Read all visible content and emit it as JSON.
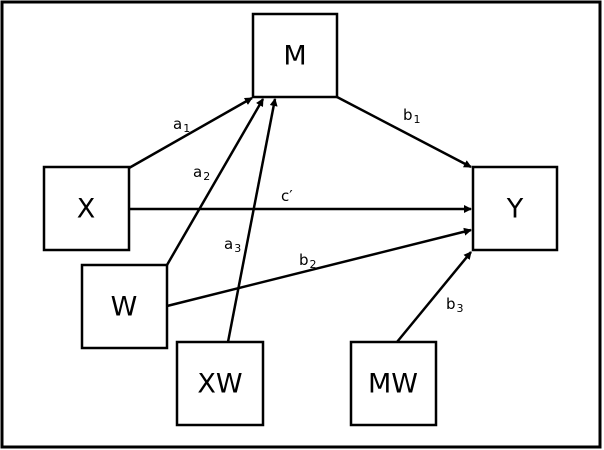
{
  "nodes": {
    "M": "M",
    "X": "X",
    "Y": "Y",
    "W": "W",
    "XW": "XW",
    "MW": "MW"
  },
  "paths": {
    "a1": {
      "base": "a",
      "sub": "1"
    },
    "a2": {
      "base": "a",
      "sub": "2"
    },
    "a3": {
      "base": "a",
      "sub": "3"
    },
    "b1": {
      "base": "b",
      "sub": "1"
    },
    "b2": {
      "base": "b",
      "sub": "2"
    },
    "b3": {
      "base": "b",
      "sub": "3"
    },
    "c": {
      "base": "c′"
    }
  }
}
